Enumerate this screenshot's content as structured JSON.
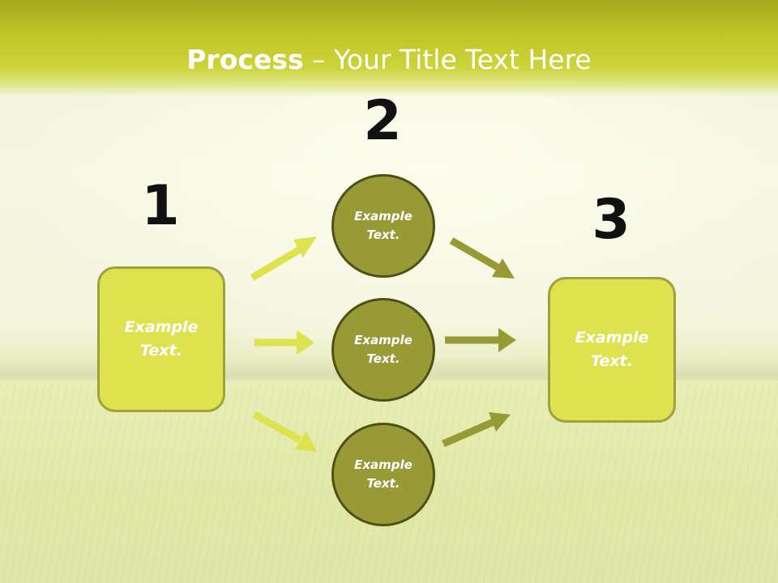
{
  "slide": {
    "title_strong": "Process",
    "title_rest": " – Your Title Text Here"
  },
  "colors": {
    "title_band": "#bfc525",
    "box_fill": "#dfe24f",
    "box_border": "#9ea23c",
    "circle_fill": "#989a36",
    "circle_border": "#4f5016",
    "arrow_light": "#dfe24f",
    "arrow_dark": "#989a36"
  },
  "steps": {
    "step1_number": "1",
    "step2_number": "2",
    "step3_number": "3"
  },
  "shapes": {
    "box1_text": "Example Text.",
    "circle1_text": "Example Text.",
    "circle2_text": "Example Text.",
    "circle3_text": "Example Text.",
    "box3_text": "Example Text."
  }
}
